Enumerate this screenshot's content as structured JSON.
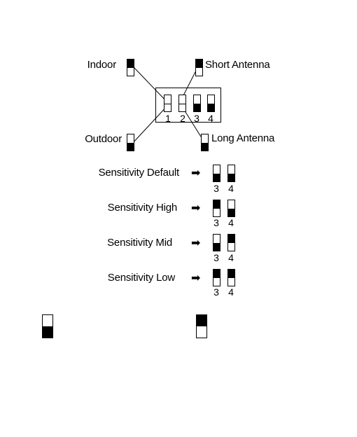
{
  "position_labels": {
    "indoor": "Indoor",
    "outdoor": "Outdoor",
    "short_antenna": "Short Antenna",
    "long_antenna": "Long Antenna"
  },
  "dip_block": {
    "switch_numbers": [
      "1",
      "2",
      "3",
      "4"
    ]
  },
  "sensitivity": [
    {
      "label": "Sensitivity Default",
      "arrow": "➡",
      "num3": "3",
      "num4": "4",
      "sw3": "down",
      "sw4": "down"
    },
    {
      "label": "Sensitivity High",
      "arrow": "➡",
      "num3": "3",
      "num4": "4",
      "sw3": "up",
      "sw4": "down"
    },
    {
      "label": "Sensitivity Mid",
      "arrow": "➡",
      "num3": "3",
      "num4": "4",
      "sw3": "down",
      "sw4": "up"
    },
    {
      "label": "Sensitivity Low",
      "arrow": "➡",
      "num3": "3",
      "num4": "4",
      "sw3": "up",
      "sw4": "up"
    }
  ],
  "legend": {
    "left_switch": "down",
    "right_switch": "up"
  }
}
